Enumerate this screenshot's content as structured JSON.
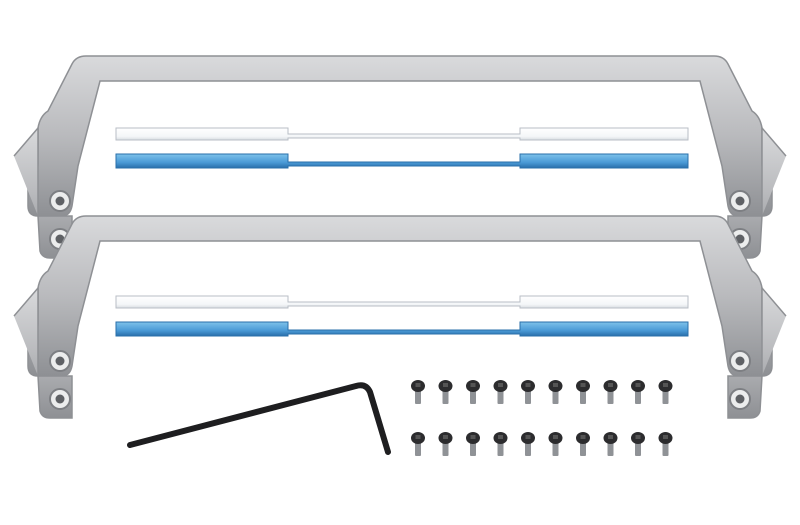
{
  "scene": {
    "background": "#ffffff",
    "colors": {
      "metal_light": "#d9dadc",
      "metal_mid": "#b9babd",
      "metal_dark": "#8e9094",
      "clear_bar": "#f4f6f8",
      "clear_edge": "#b8bec6",
      "blue_light": "#7ec2ea",
      "blue_mid": "#4a9ad6",
      "blue_dark": "#2a6faa",
      "wrench": "#1e1e20",
      "screw_head": "#2c2c2e",
      "screw_shaft": "#8f9296"
    },
    "bracket_count": 2,
    "screw_rows": 2,
    "screws_per_row": 10,
    "icons": [
      "bracket-icon",
      "light-bar-icon",
      "hex-wrench-icon",
      "screw-icon"
    ]
  }
}
